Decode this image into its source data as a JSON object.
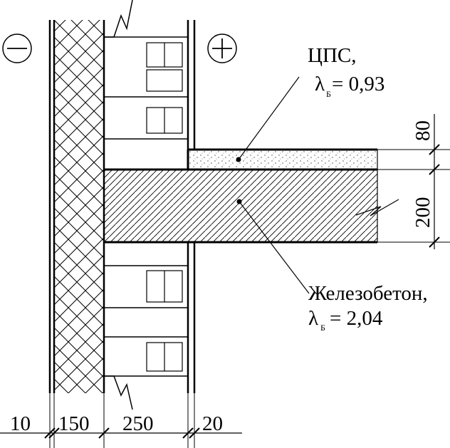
{
  "labels": {
    "minus_sign": "−",
    "plus_sign": "+",
    "screed": {
      "name": "ЦПС,",
      "lambda_symbol": "λ",
      "lambda_sub": "Б",
      "lambda_value": "= 0,93"
    },
    "concrete": {
      "name": "Железобетон,",
      "lambda_symbol": "λ",
      "lambda_sub": "Б",
      "lambda_value": "= 2,04"
    }
  },
  "dimensions": {
    "horizontal": [
      "10",
      "150",
      "250",
      "20"
    ],
    "vertical": [
      "80",
      "200"
    ]
  },
  "colors": {
    "line": "#000000",
    "background": "#ffffff"
  }
}
